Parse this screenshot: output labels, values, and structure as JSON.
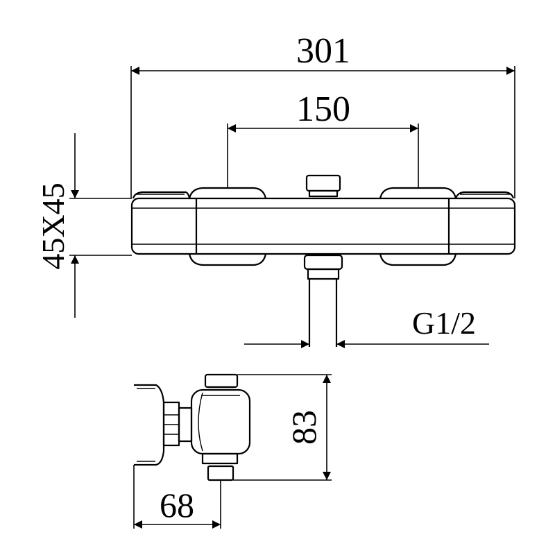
{
  "dimensions": {
    "overall_width": "301",
    "handle_spacing": "150",
    "body_section": "45X45",
    "outlet_thread": "G1/2",
    "side_height": "83",
    "wall_projection": "68"
  }
}
